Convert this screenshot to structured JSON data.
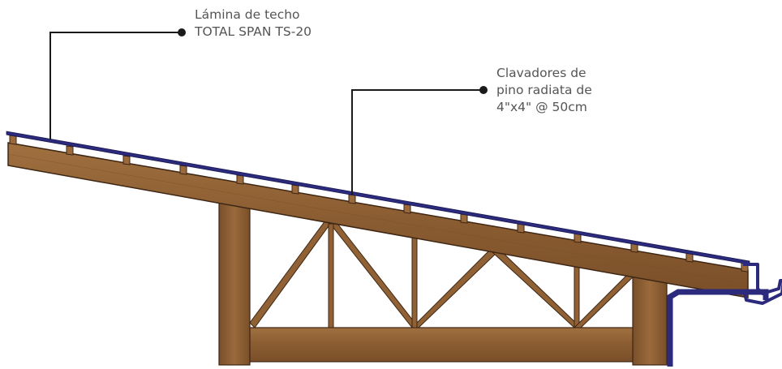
{
  "annotations": [
    {
      "lines": [
        "Lámina de techo",
        "TOTAL SPAN TS-20"
      ]
    },
    {
      "lines": [
        "Clavadores de",
        "pino radiata de",
        "4\"x4\" @ 50cm"
      ]
    }
  ],
  "colors": {
    "wood_light": "#9a6a3c",
    "wood_dark": "#6e4423",
    "wood_outline": "#3e2614",
    "roof_sheet": "#2b2a7c",
    "leader_line": "#1a1a1a",
    "label_text": "#555555"
  },
  "icons": [
    "leader-dot"
  ]
}
